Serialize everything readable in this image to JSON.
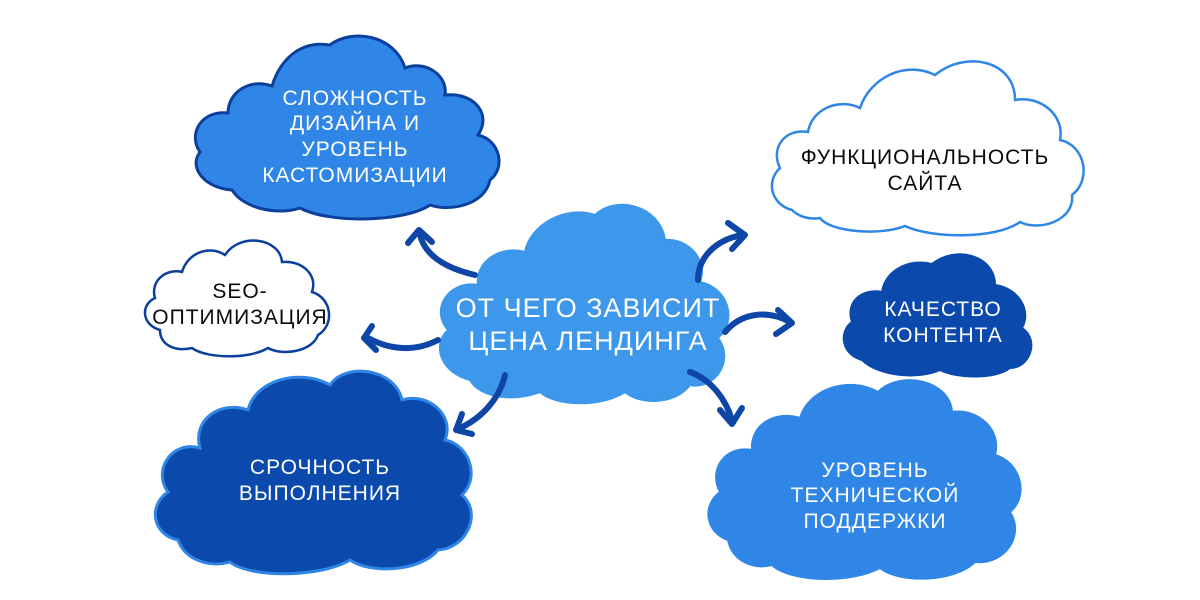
{
  "center": {
    "lines": [
      "ОТ ЧЕГО ЗАВИСИТ",
      "ЦЕНА ЛЕНДИНГА"
    ]
  },
  "nodes": {
    "design": [
      "СЛОЖНОСТЬ",
      "ДИЗАЙНА И",
      "УРОВЕНЬ",
      "КАСТОМИЗАЦИИ"
    ],
    "functionality": [
      "ФУНКЦИОНАЛЬНОСТЬ",
      "САЙТА"
    ],
    "seo": [
      "SEO-",
      "ОПТИМИЗАЦИЯ"
    ],
    "content": [
      "КАЧЕСТВО",
      "КОНТЕНТА"
    ],
    "urgency": [
      "СРОЧНОСТЬ",
      "ВЫПОЛНЕНИЯ"
    ],
    "support": [
      "УРОВЕНЬ",
      "ТЕХНИЧЕСКОЙ",
      "ПОДДЕРЖКИ"
    ]
  },
  "colors": {
    "light_blue": "#3d97eb",
    "mid_blue": "#2f86e6",
    "dark_blue": "#0b49ad",
    "cloud_outline": "#0b3f9c",
    "arrow": "#0d46a6",
    "white": "#ffffff"
  }
}
